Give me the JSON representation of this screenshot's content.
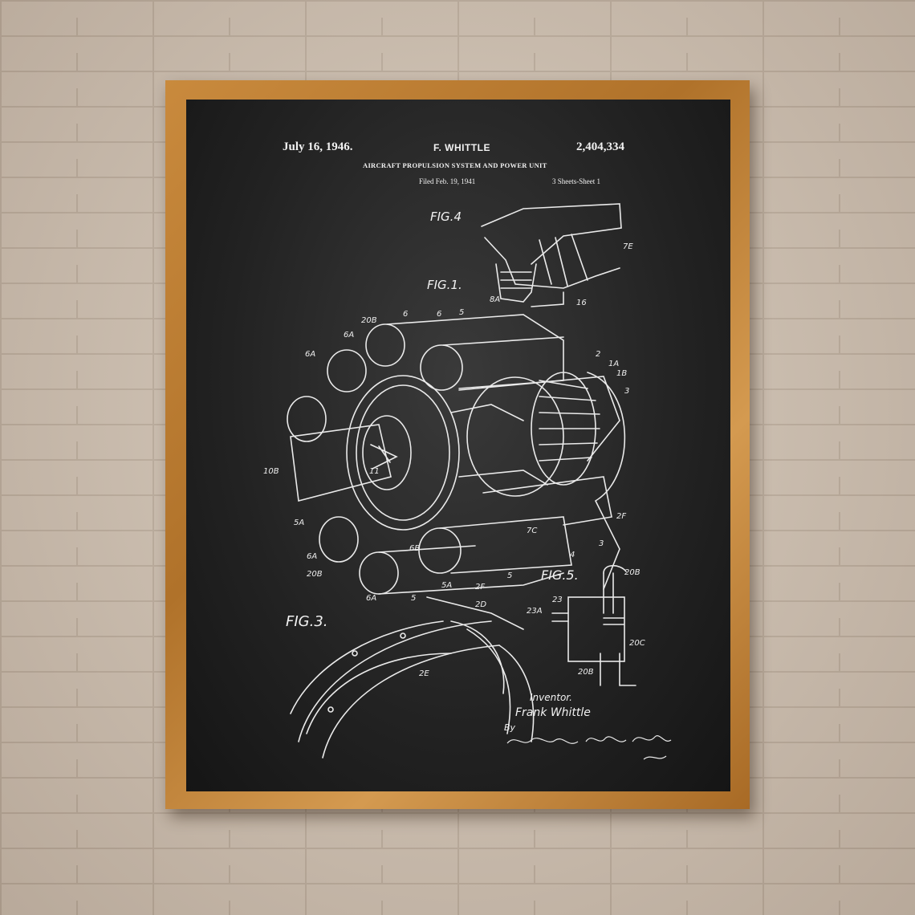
{
  "patent": {
    "date": "July 16, 1946.",
    "inventor_header": "F. WHITTLE",
    "number": "2,404,334",
    "title": "AIRCRAFT PROPULSION SYSTEM AND POWER UNIT",
    "filed": "Filed Feb. 19, 1941",
    "sheets": "3 Sheets-Sheet 1"
  },
  "figures": {
    "fig4": "FIG.4",
    "fig1": "FIG.1.",
    "fig3": "FIG.3.",
    "fig5": "FIG.5."
  },
  "signature": {
    "label": "Inventor.",
    "name": "Frank Whittle",
    "by": "By"
  },
  "colors": {
    "chalkboard": "#222222",
    "frame": "#c98a3d",
    "brick": "#cdbfb0",
    "ink": "#f2f2f2"
  }
}
